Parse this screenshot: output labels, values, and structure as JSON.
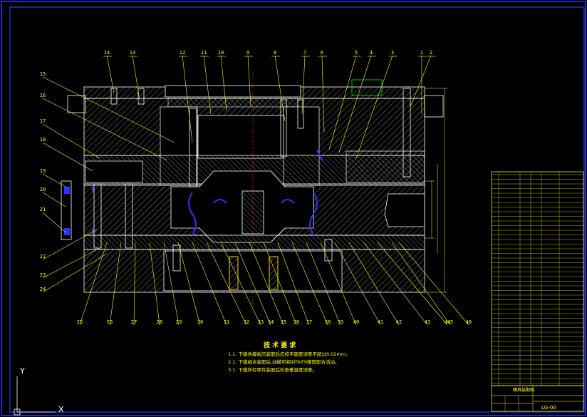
{
  "drawing": {
    "part_callouts": {
      "top": [
        "14",
        "13",
        "12",
        "11",
        "10",
        "9",
        "8",
        "7",
        "6",
        "5",
        "4",
        "3",
        "2",
        "1"
      ],
      "left": [
        "15",
        "16",
        "17",
        "18",
        "19",
        "20",
        "21",
        "22",
        "23",
        "24"
      ],
      "bottom": [
        "25",
        "26",
        "27",
        "28",
        "29",
        "30",
        "31",
        "32",
        "33",
        "34",
        "35",
        "36",
        "37",
        "38",
        "39",
        "40",
        "41",
        "42",
        "43",
        "44",
        "45",
        "46"
      ]
    },
    "tech_requirements": {
      "title": "技 术 要 求",
      "items": [
        "1.1. 下模各模板的装配后应校平面度误差不超过0.02mm。",
        "2.1. 下模组合装配后,动模可相对f9/F9精度配合活动。",
        "3.1. 下模所有零件装配后检查垂直度误差。"
      ]
    },
    "title_block": {
      "name": "模具装配图",
      "drawing_no": "LG-00"
    },
    "ucs": {
      "y_label": "Y",
      "x_label": "X"
    },
    "colors": {
      "background": "#000000",
      "frame": "#2a3cff",
      "outline": "#ffffff",
      "leader": "#ffff00",
      "hatch": "#b0b0b0",
      "springs": "#3030ff"
    }
  }
}
